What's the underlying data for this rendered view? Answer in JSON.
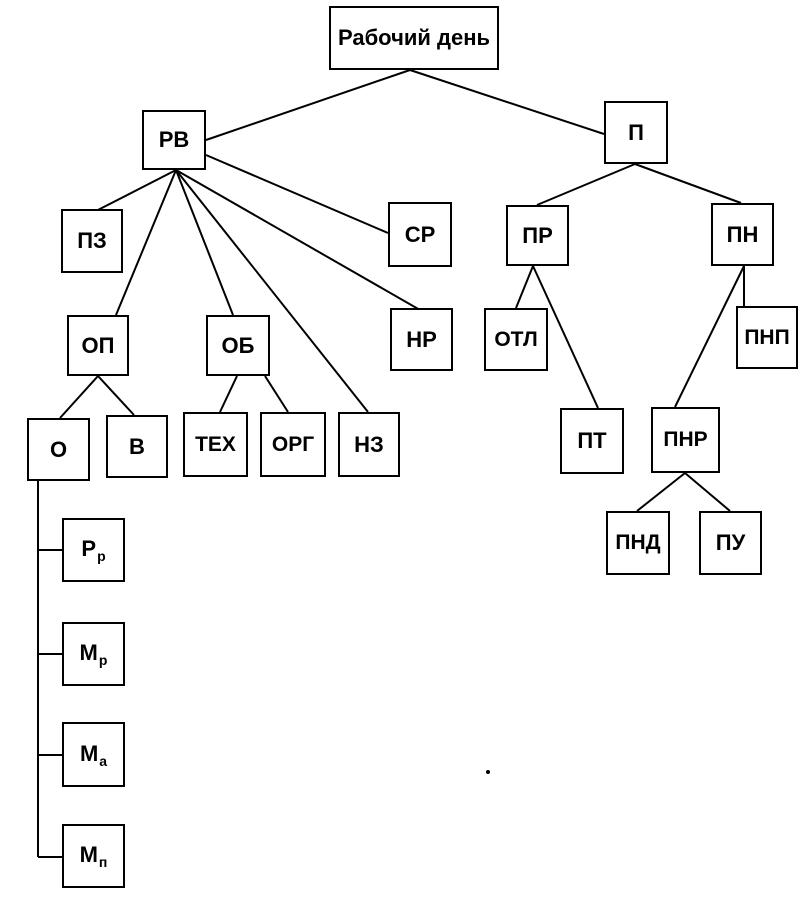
{
  "nodes": {
    "root": "Рабочий день",
    "rv": "РВ",
    "p": "П",
    "pz": "ПЗ",
    "sr": "СР",
    "op": "ОП",
    "ob": "ОБ",
    "nr": "НР",
    "o": "О",
    "v": "В",
    "teh": "ТЕХ",
    "org": "ОРГ",
    "nz": "НЗ",
    "pr": "ПР",
    "pn": "ПН",
    "otl": "ОТЛ",
    "pnp": "ПНП",
    "pt": "ПТ",
    "pnr": "ПНР",
    "pnd": "ПНД",
    "pu": "ПУ",
    "rr": {
      "main": "Р",
      "sub": "р"
    },
    "mr": {
      "main": "М",
      "sub": "р"
    },
    "ma": {
      "main": "М",
      "sub": "а"
    },
    "mp": {
      "main": "М",
      "sub": "п"
    }
  }
}
